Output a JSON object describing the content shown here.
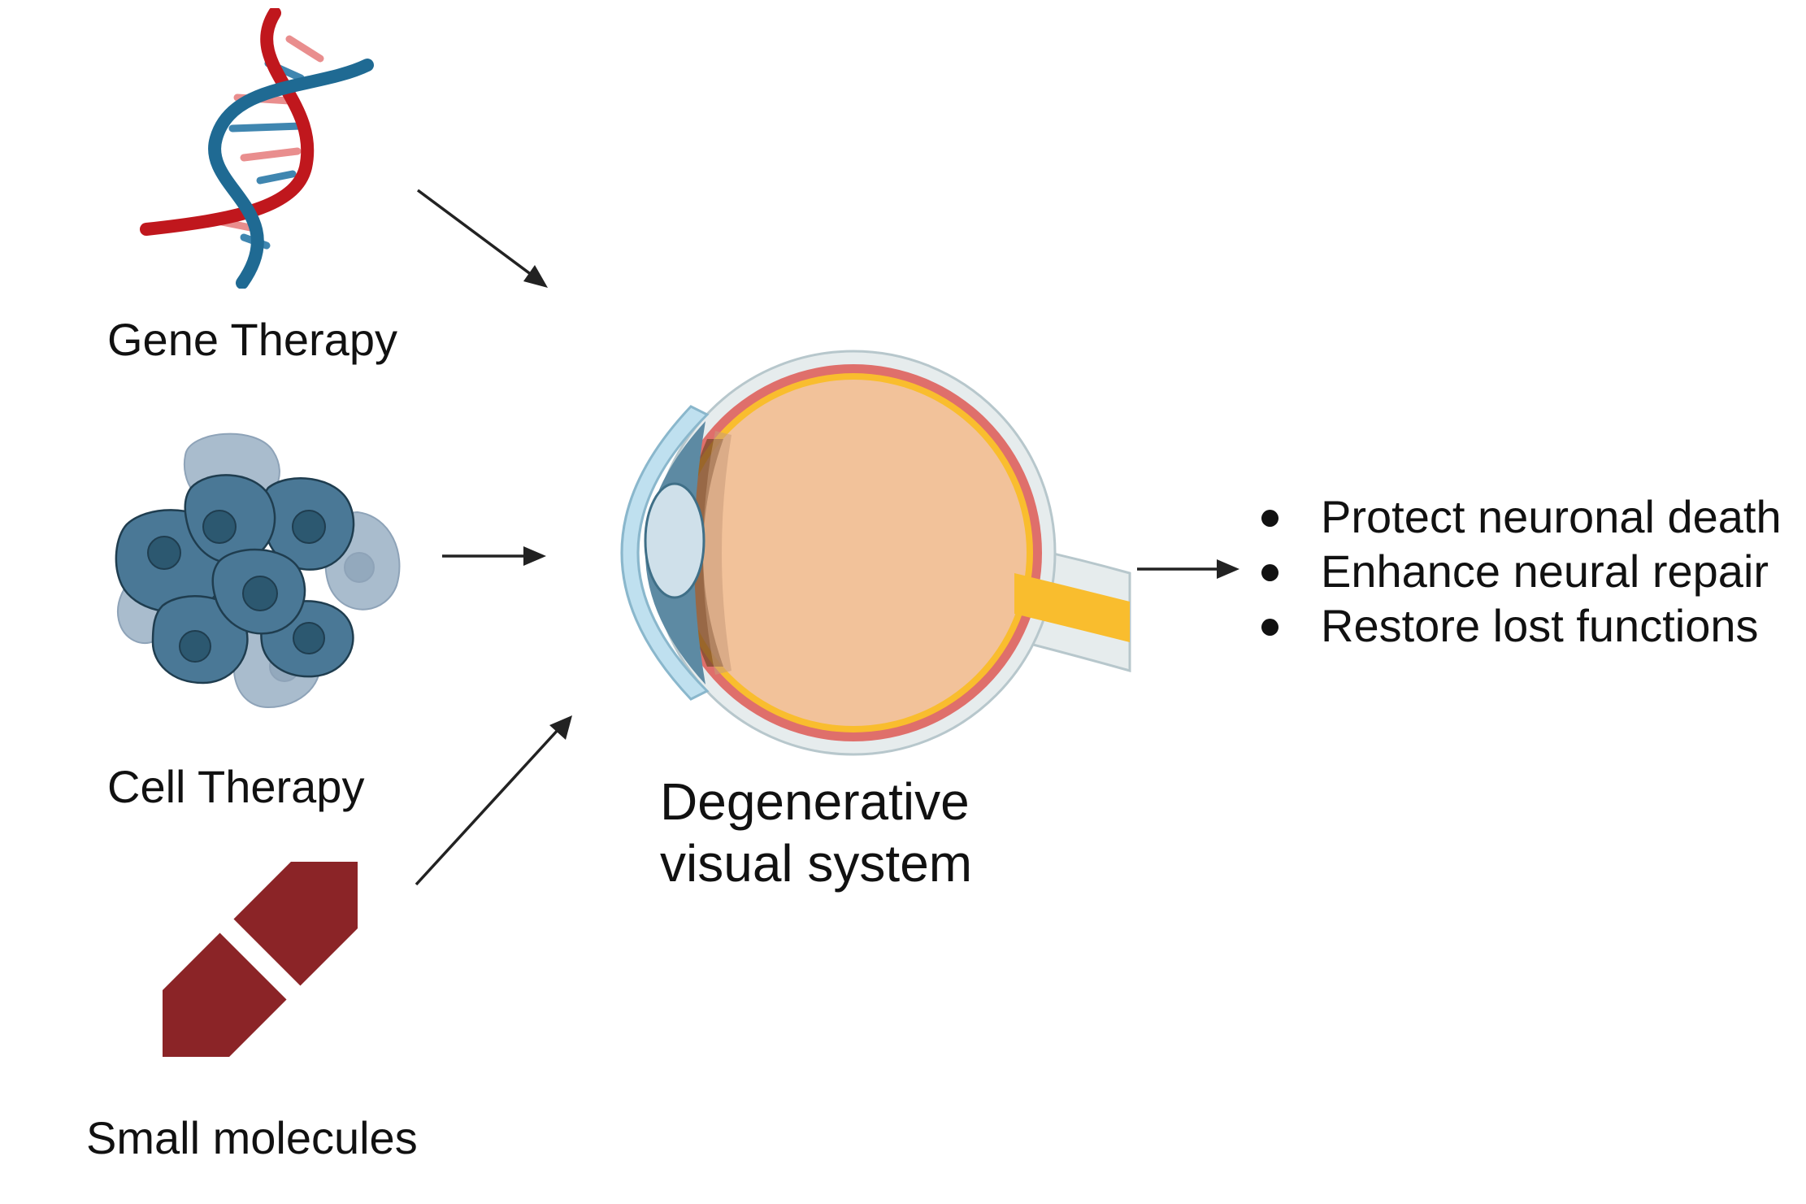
{
  "therapies": [
    {
      "label": "Gene Therapy",
      "icon": "dna-helix-icon"
    },
    {
      "label": "Cell Therapy",
      "icon": "cell-cluster-icon"
    },
    {
      "label": "Small molecules",
      "icon": "capsule-pill-icon"
    }
  ],
  "target": {
    "line1": "Degenerative",
    "line2": "visual system",
    "icon": "eye-cross-section-icon"
  },
  "outcomes": [
    "Protect neuronal death",
    "Enhance neural repair",
    "Restore lost functions"
  ],
  "colors": {
    "dna_blue": "#1f6a93",
    "dna_red": "#c0171d",
    "cell_blue": "#4a7896",
    "cell_nucleus": "#2c5870",
    "cell_light": "#9fb4c8",
    "pill": "#8b2427",
    "eye_vitreous": "#f2c29a",
    "eye_sclera": "#e6eced",
    "eye_choroid": "#df6f6b",
    "eye_retina": "#f9bd2e",
    "arrow": "#222222"
  }
}
